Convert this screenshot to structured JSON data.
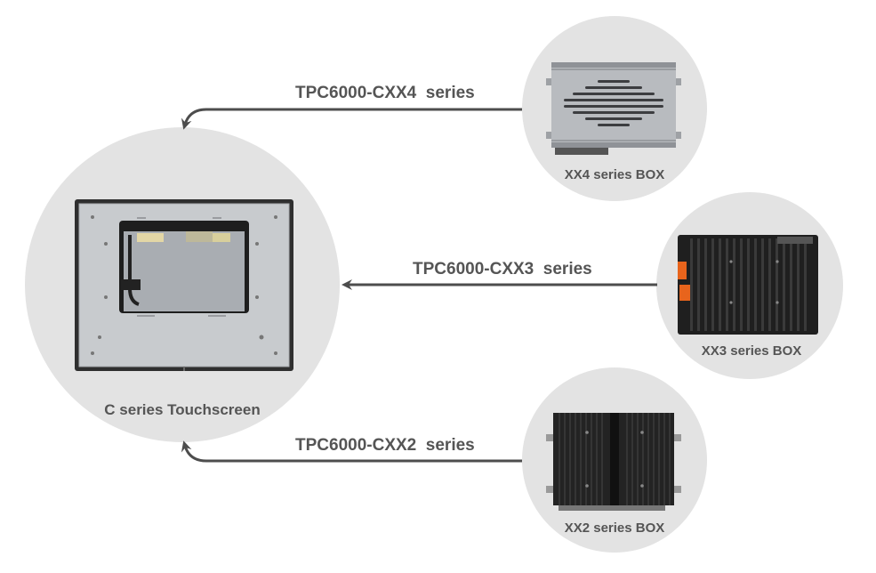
{
  "main": {
    "label": "C series Touchscreen",
    "icon": "touchscreen-panel-back-image"
  },
  "boxes": [
    {
      "id": "xx4",
      "label": "XX4 series BOX",
      "route_label": "TPC6000-CXX4  series",
      "icon": "silver-box-pc-image"
    },
    {
      "id": "xx3",
      "label": "XX3 series BOX",
      "route_label": "TPC6000-CXX3  series",
      "icon": "black-finned-box-pc-image"
    },
    {
      "id": "xx2",
      "label": "XX2 series BOX",
      "route_label": "TPC6000-CXX2  series",
      "icon": "black-fanless-box-pc-image"
    }
  ],
  "colors": {
    "circle": "#e3e3e3",
    "arrow": "#4d4d4d",
    "text": "#555555",
    "accent_orange": "#e8641c"
  }
}
